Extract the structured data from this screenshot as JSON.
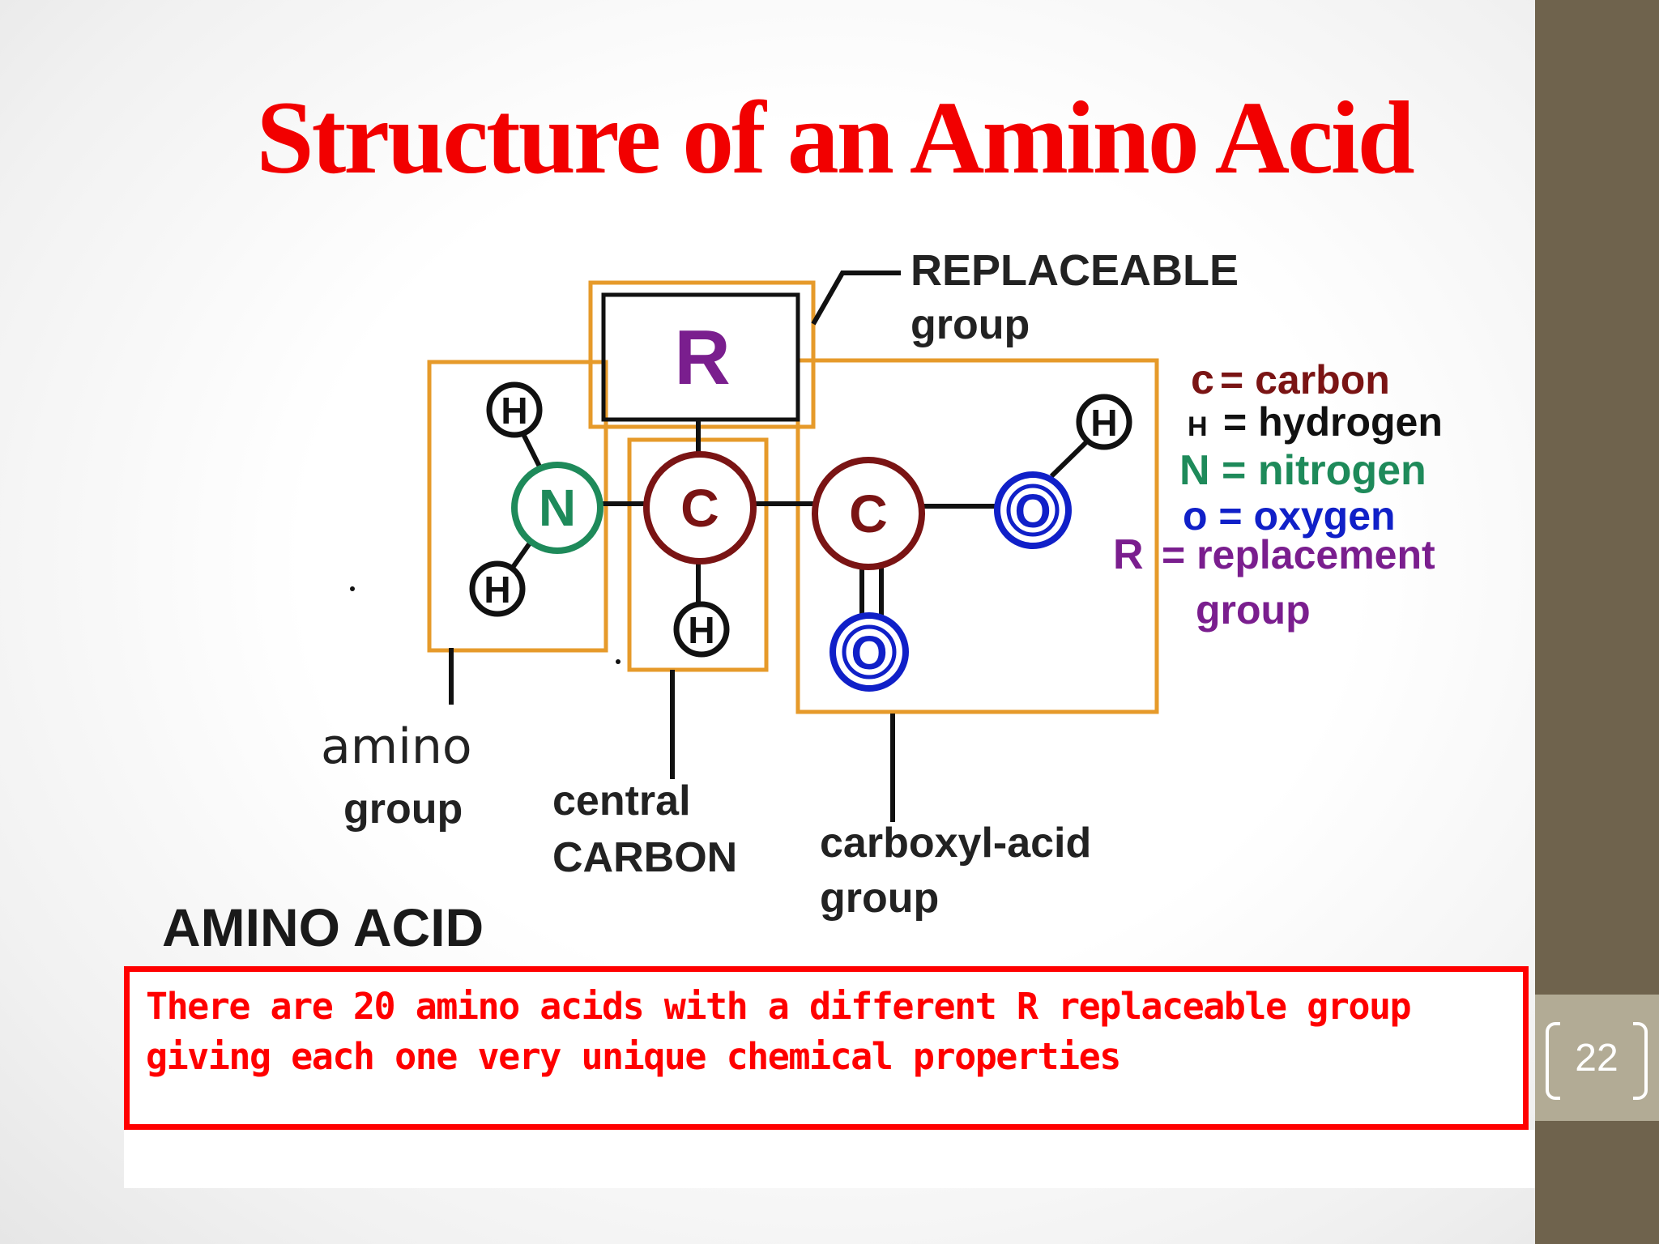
{
  "slide": {
    "title": "Structure of an Amino Acid",
    "page_number": "22",
    "colors": {
      "title": "#f20000",
      "box_outline": "#e69a2a",
      "carbon": "#7a1414",
      "nitrogen": "#1e8a5a",
      "oxygen": "#1020c8",
      "hydrogen": "#111111",
      "r_group": "#7a1e8e",
      "note": "#ff0000",
      "sidebar": "#6f634d"
    }
  },
  "diagram": {
    "atoms": {
      "r": "R",
      "n": "N",
      "c_central": "C",
      "c_carboxyl": "C",
      "o_hydroxyl": "O",
      "o_double": "O",
      "h": "H"
    },
    "labels": {
      "replaceable_line1": "REPLACEABLE",
      "replaceable_line2": "group",
      "amino_line1": "amino",
      "amino_line2": "group",
      "central_line1": "central",
      "central_line2": "CARBON",
      "carboxyl_line1": "carboxyl-acid",
      "carboxyl_line2": "group",
      "amino_acid": "AMINO ACID"
    },
    "legend": {
      "carbon_sym": "c",
      "carbon_txt": "= carbon",
      "hydrogen_sym": "H",
      "hydrogen_txt": "= hydrogen",
      "nitrogen": "N = nitrogen",
      "oxygen": "o = oxygen",
      "r_sym": "R",
      "r_txt": "= replacement",
      "r_txt2": "group"
    }
  },
  "note": {
    "line1": "There are 20 amino acids with a different R replaceable group",
    "line2": "giving each one very unique chemical properties"
  }
}
